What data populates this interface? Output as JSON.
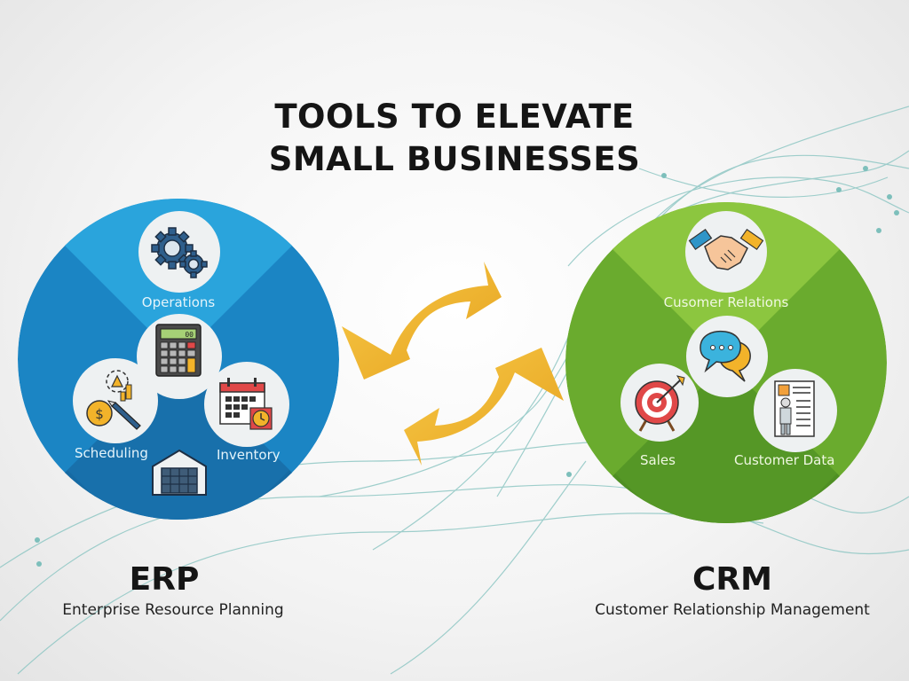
{
  "title": {
    "line1": "TOOLS TO ELEVATE",
    "line2": "SMALL BUSINESSES"
  },
  "erp": {
    "acronym": "ERP",
    "full_name": "Enterprise Resource Planning",
    "color_light": "#2aa4dc",
    "color_mid": "#1b85c4",
    "color_dark": "#166aa3",
    "segments": [
      {
        "label": "Operations",
        "icon": "gears-icon"
      },
      {
        "label": "Scheduling",
        "icon": "finance-planning-icon"
      },
      {
        "label": "Inventory",
        "icon": "calendar-clock-icon"
      }
    ],
    "center_icon": "calculator-icon",
    "bottom_icon": "warehouse-icon",
    "calculator_display": "00"
  },
  "crm": {
    "acronym": "CRM",
    "full_name": "Customer Relationship Management",
    "color_light": "#8cc63f",
    "color_mid": "#6aab2e",
    "color_dark": "#4f8f24",
    "segments": [
      {
        "label": "Cusomer Relations",
        "icon": "handshake-icon"
      },
      {
        "label": "Sales",
        "icon": "target-icon"
      },
      {
        "label": "Customer Data",
        "icon": "customer-profile-icon"
      }
    ],
    "center_icon": "chat-bubbles-icon"
  },
  "connector": {
    "icon": "sync-arrows-icon",
    "color": "#f0b429"
  },
  "network_line_color": "#8fc7c4"
}
